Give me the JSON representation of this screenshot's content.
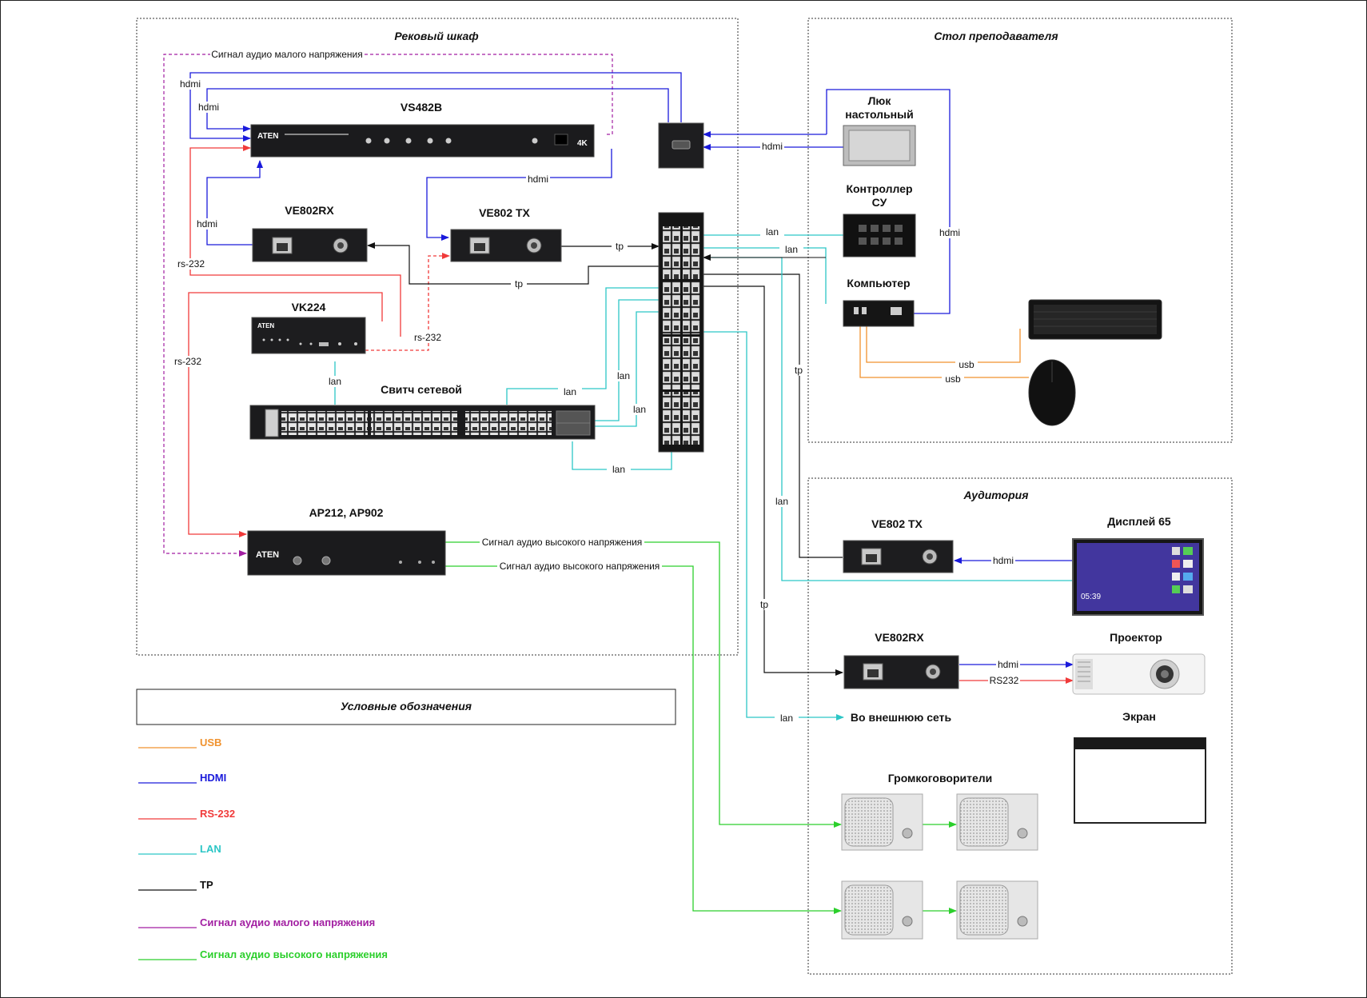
{
  "zones": {
    "rack": "Рековый шкаф",
    "teacher": "Стол преподавателя",
    "auditorium": "Аудитория"
  },
  "devices": {
    "vs482b": "VS482B",
    "ve802rx_rack": "VE802RX",
    "ve802tx_rack": "VE802 TX",
    "vk224": "VK224",
    "switch": "Свитч сетевой",
    "amp": "AP212, AP902",
    "hatch_l1": "Люк",
    "hatch_l2": "настольный",
    "controller_l1": "Контроллер",
    "controller_l2": "СУ",
    "computer": "Компьютер",
    "ve802tx_aud": "VE802 TX",
    "display": "Дисплей 65",
    "ve802rx_aud": "VE802RX",
    "projector": "Проектор",
    "external": "Во внешнюю сеть",
    "screen": "Экран",
    "speakers": "Громкоговорители"
  },
  "labels": {
    "low_audio": "Сигнал аудио малого напряжения",
    "high_audio_1": "Сигнал аудио высокого напряжения",
    "high_audio_2": "Сигнал аудио высокого напряжения",
    "hdmi": "hdmi",
    "lan": "lan",
    "tp": "tp",
    "rs232": "rs-232",
    "usb": "usb",
    "rs232_upper": "RS232",
    "display_time": "05:39"
  },
  "legend": {
    "title": "Условные обозначения",
    "items": [
      {
        "label": "USB",
        "color": "#f0922e"
      },
      {
        "label": "HDMI",
        "color": "#1a1adb"
      },
      {
        "label": "RS-232",
        "color": "#f03a3a"
      },
      {
        "label": "LAN",
        "color": "#2cc6c6"
      },
      {
        "label": "TP",
        "color": "#111111"
      },
      {
        "label": "Сигнал аудио малого напряжения",
        "color": "#a21fa2"
      },
      {
        "label": "Сигнал аудио высокого напряжения",
        "color": "#2ccf2c"
      }
    ]
  },
  "colors": {
    "usb": "#f0922e",
    "hdmi": "#1a1adb",
    "rs232": "#f03a3a",
    "lan": "#2cc6c6",
    "tp": "#111111",
    "low_audio": "#a21fa2",
    "high_audio": "#2ccf2c"
  },
  "device_marks": {
    "aten": "ATEN",
    "k4": "4K"
  }
}
